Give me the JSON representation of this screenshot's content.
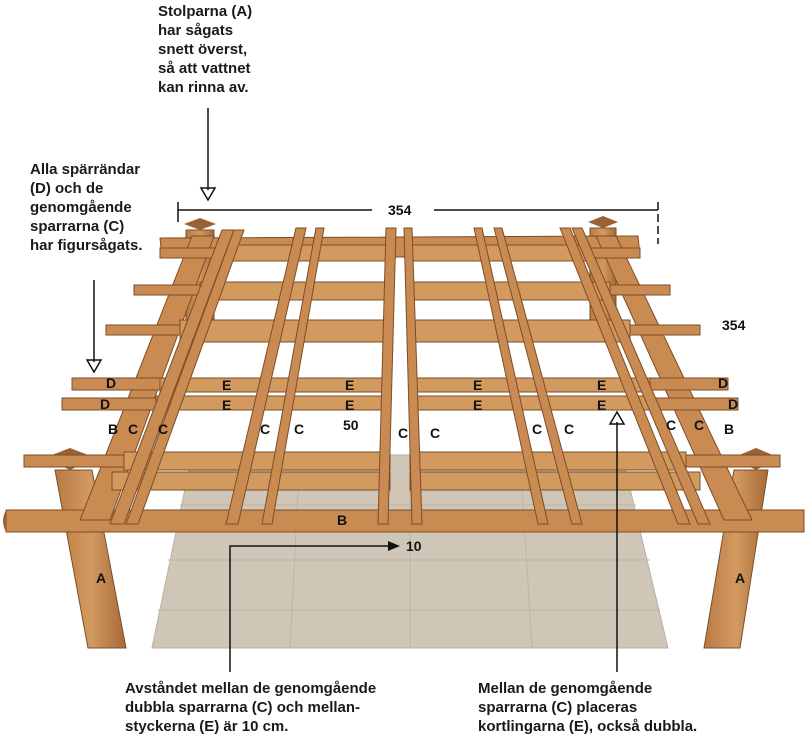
{
  "notes": {
    "top": "Stolparna (A)\nhar sågats\nsnett överst,\nså att vattnet\nkan rinna av.",
    "left": "Alla spärrändar\n(D) och de\ngenomgående\nsparrarna (C)\nhar figursågats.",
    "bottom_left": "Avståndet mellan de genomgående\ndubbla sparrarna (C) och mellan-\nstyckerna (E) är 10 cm.",
    "bottom_right": "Mellan de genomgående\nsparrarna (C) placeras\nkortlingarna (E), också dubbla."
  },
  "dimensions": {
    "width": "354",
    "depth": "354",
    "gap": "10",
    "spacing": "50"
  },
  "labels": {
    "a": "A",
    "b": "B",
    "c": "C",
    "d": "D",
    "e": "E"
  },
  "colors": {
    "wood": "#c98b52",
    "wood_dark": "#9a6234",
    "wood_light": "#e1ab74",
    "floor": "#cfc6b8",
    "text": "#111111"
  }
}
